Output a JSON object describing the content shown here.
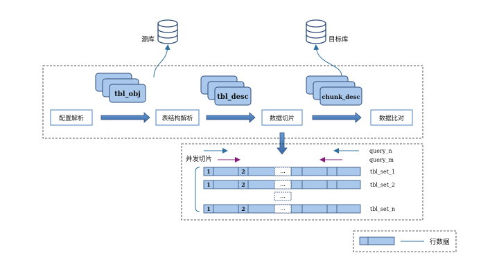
{
  "databases": {
    "source_label": "源库",
    "target_label": "目标库"
  },
  "stages": [
    "配置解析",
    "表结构解析",
    "数据切片",
    "数据比对"
  ],
  "table_stacks": {
    "obj": "tbl_obj",
    "desc": "tbl_desc",
    "chunk": "chunk_desc"
  },
  "detail": {
    "concurrent_label": "并发切片",
    "queries": [
      "query_n",
      "query_m"
    ],
    "row_sets": [
      {
        "label": "tbl_set_1",
        "cells": [
          "1",
          "2",
          "..."
        ]
      },
      {
        "label": "tbl_set_2",
        "cells": [
          "1",
          "2",
          "..."
        ]
      },
      {
        "label": "tbl_set_n",
        "cells": [
          "1",
          "2",
          "..."
        ]
      }
    ],
    "gap_label": "..."
  },
  "legend": {
    "label": "行数据"
  },
  "colors": {
    "box_fill": "#a9c8ec",
    "box_stroke": "#2b4a7a",
    "arrow_fill": "#4a7fc0",
    "query_blue": "#2f6f9f",
    "query_purple": "#8a1a7a"
  }
}
